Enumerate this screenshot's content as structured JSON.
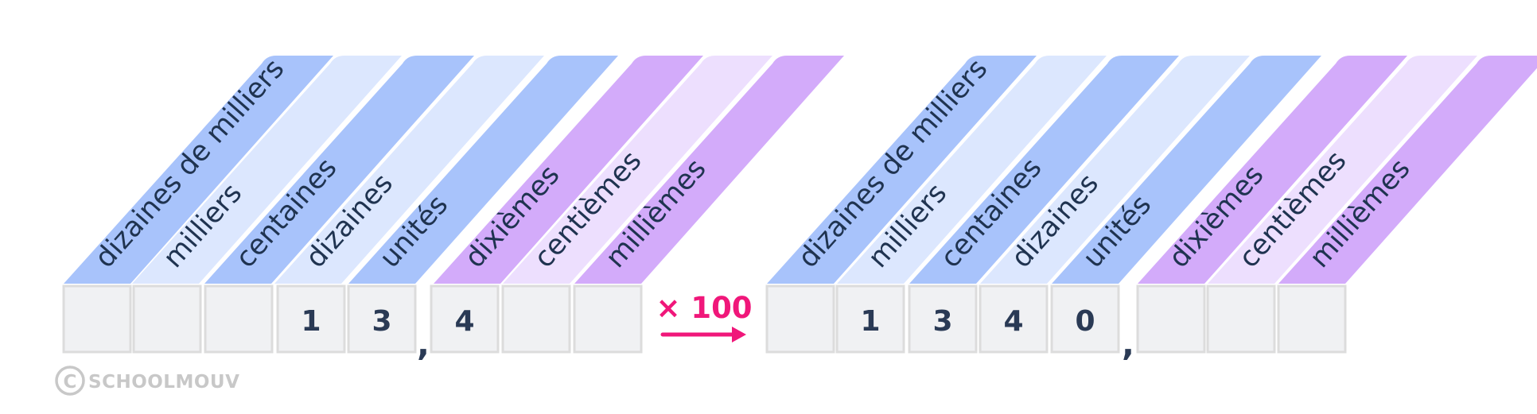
{
  "colors": {
    "integer_dark": "#a8c3fb",
    "integer_light": "#dce7fe",
    "decimal_dark": "#d3abfa",
    "decimal_light": "#eddffe",
    "cell_fill": "#f0f1f3",
    "cell_border": "#dcdcdc",
    "text": "#1f3350",
    "operator": "#f0177a",
    "logo": "#c8c8c8"
  },
  "operation": {
    "label": "× 100",
    "arrow": "right-arrow"
  },
  "left_table": {
    "columns": [
      {
        "label": "dizaines de milliers",
        "kind": "integer",
        "shade": "dark",
        "digit": ""
      },
      {
        "label": "milliers",
        "kind": "integer",
        "shade": "light",
        "digit": ""
      },
      {
        "label": "centaines",
        "kind": "integer",
        "shade": "dark",
        "digit": ""
      },
      {
        "label": "dizaines",
        "kind": "integer",
        "shade": "light",
        "digit": "1"
      },
      {
        "label": "unités",
        "kind": "integer",
        "shade": "dark",
        "digit": "3"
      },
      {
        "label": "dixièmes",
        "kind": "decimal",
        "shade": "dark",
        "digit": "4"
      },
      {
        "label": "centièmes",
        "kind": "decimal",
        "shade": "light",
        "digit": ""
      },
      {
        "label": "millièmes",
        "kind": "decimal",
        "shade": "dark",
        "digit": ""
      }
    ],
    "separator": ","
  },
  "right_table": {
    "columns": [
      {
        "label": "dizaines de milliers",
        "kind": "integer",
        "shade": "dark",
        "digit": ""
      },
      {
        "label": "milliers",
        "kind": "integer",
        "shade": "light",
        "digit": "1"
      },
      {
        "label": "centaines",
        "kind": "integer",
        "shade": "dark",
        "digit": "3"
      },
      {
        "label": "dizaines",
        "kind": "integer",
        "shade": "light",
        "digit": "4"
      },
      {
        "label": "unités",
        "kind": "integer",
        "shade": "dark",
        "digit": "0"
      },
      {
        "label": "dixièmes",
        "kind": "decimal",
        "shade": "dark",
        "digit": ""
      },
      {
        "label": "centièmes",
        "kind": "decimal",
        "shade": "light",
        "digit": ""
      },
      {
        "label": "millièmes",
        "kind": "decimal",
        "shade": "dark",
        "digit": ""
      }
    ],
    "separator": ","
  },
  "logo": {
    "text": "SCHOOLMOUV",
    "icon": "copyright-icon"
  }
}
